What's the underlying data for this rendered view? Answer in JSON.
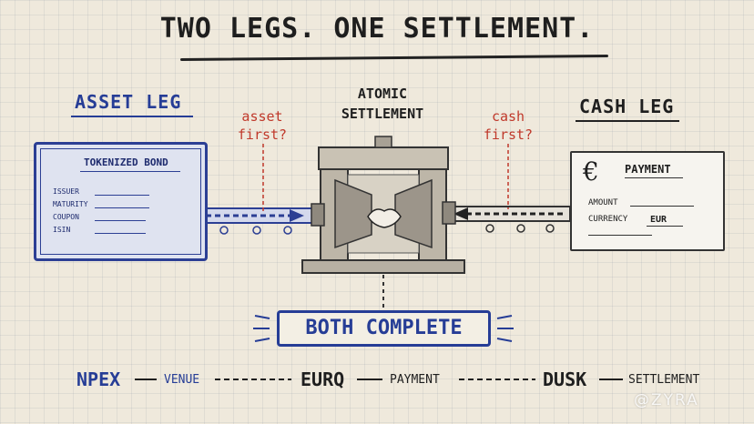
{
  "title": "TWO LEGS. ONE SETTLEMENT.",
  "asset_leg": {
    "heading": "ASSET LEG",
    "note": [
      "asset",
      "first?"
    ],
    "card": {
      "title": "TOKENIZED BOND",
      "fields": [
        "ISSUER",
        "MATURITY",
        "COUPON",
        "ISIN"
      ]
    }
  },
  "center": {
    "heading": [
      "ATOMIC",
      "SETTLEMENT"
    ]
  },
  "cash_leg": {
    "heading": "CASH LEG",
    "note": [
      "cash",
      "first?"
    ],
    "card": {
      "symbol": "€",
      "title": "PAYMENT",
      "amount_label": "AMOUNT",
      "currency_label": "CURRENCY",
      "currency_value": "EUR"
    }
  },
  "outcome": "BOTH COMPLETE",
  "footer": {
    "npex": "NPEX",
    "venue": "VENUE",
    "eurq": "EURQ",
    "payment": "PAYMENT",
    "dusk": "DUSK",
    "settlement": "SETTLEMENT"
  },
  "watermark": "@ZYRA",
  "colors": {
    "ink_blue": "#263d96",
    "ink_red": "#c0392b",
    "ink_dark": "#1e1e1e",
    "paper": "#efe9dc"
  }
}
